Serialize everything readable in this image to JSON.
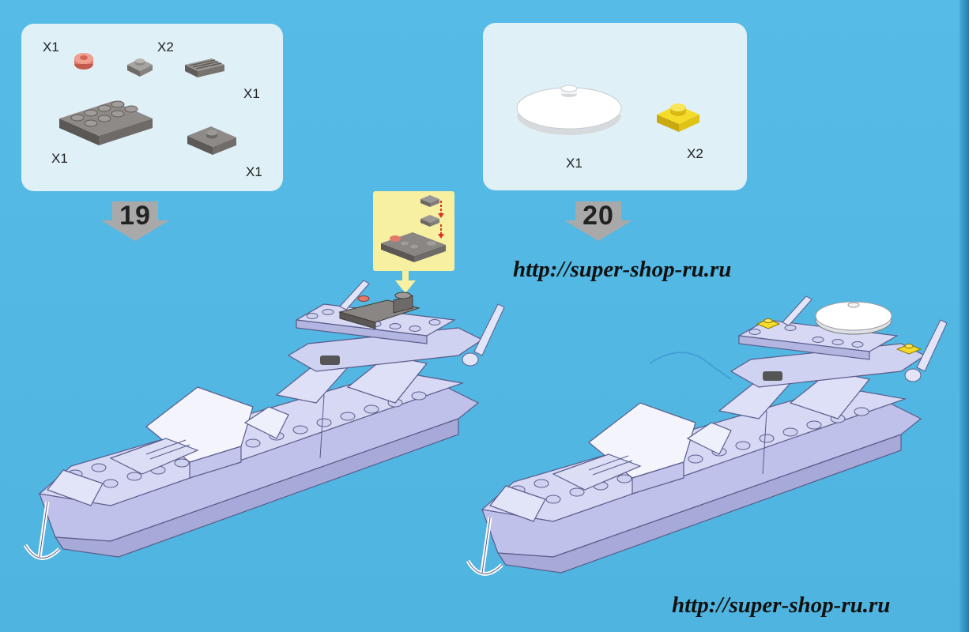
{
  "steps": [
    {
      "number": "19",
      "parts": [
        {
          "qty": "X1",
          "icon": "round-red-stud-icon",
          "color": "#e07a6a"
        },
        {
          "qty": "X2",
          "icon": "gray-1x1-plate-icon",
          "color": "#8a8785"
        },
        {
          "qty": "X1",
          "icon": "gray-1x4-grille-tile-icon",
          "color": "#7e7b79"
        },
        {
          "qty": "X1",
          "icon": "gray-2x4-plate-icon",
          "color": "#77736f"
        },
        {
          "qty": "X1",
          "icon": "gray-jumper-plate-icon",
          "color": "#807c79"
        }
      ]
    },
    {
      "number": "20",
      "parts": [
        {
          "qty": "X1",
          "icon": "white-radar-dish-icon",
          "color": "#ffffff"
        },
        {
          "qty": "X2",
          "icon": "yellow-1x1-plate-icon",
          "color": "#f2d21b"
        }
      ]
    }
  ],
  "watermarks": {
    "middle": "http://super-shop-ru.ru",
    "bottom": "http://super-shop-ru.ru"
  },
  "colors": {
    "background": "#53b8e4",
    "panel": "#dff0f7",
    "callout": "#f7f0a0",
    "boat_hull": "#d6d8f4",
    "callout_arrow": "#d9342b"
  }
}
